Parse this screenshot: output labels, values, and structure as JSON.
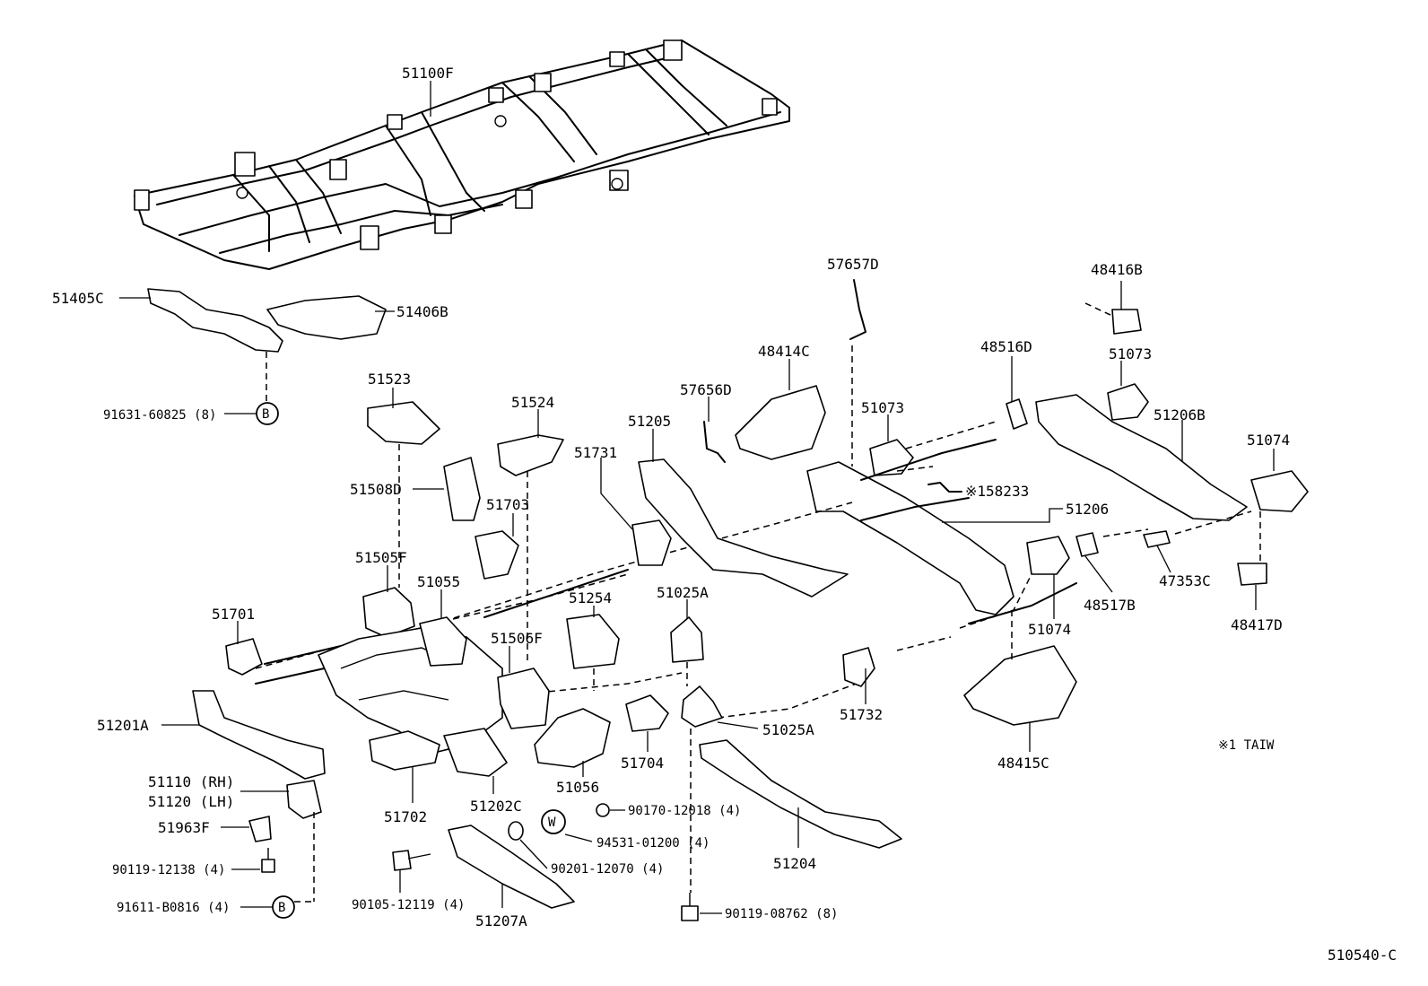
{
  "diagram_id": "510540-C",
  "note": "※1 TAIW",
  "callout_letters": {
    "b": "B",
    "w": "W"
  },
  "labels": {
    "p51100F": "51100F",
    "p51405C": "51405C",
    "p51406B": "51406B",
    "p91631": "91631-60825 (8)",
    "p57657D": "57657D",
    "p48416B": "48416B",
    "p48414C": "48414C",
    "p48516D": "48516D",
    "p51073a": "51073",
    "p51073b": "51073",
    "p57656D": "57656D",
    "p51523": "51523",
    "p51524": "51524",
    "p51205": "51205",
    "p51206B": "51206B",
    "p51074a": "51074",
    "p51731": "51731",
    "p158233": "※158233",
    "p51206": "51206",
    "p51508D": "51508D",
    "p51703": "51703",
    "p51505F": "51505F",
    "p51055": "51055",
    "p51254": "51254",
    "p51025Aa": "51025A",
    "p47353C": "47353C",
    "p48517B": "48517B",
    "p51074b": "51074",
    "p48417D": "48417D",
    "p51701": "51701",
    "p51506F": "51506F",
    "p51732": "51732",
    "p51201A": "51201A",
    "p51025Ab": "51025A",
    "p51704": "51704",
    "p48415C": "48415C",
    "p51110": "51110 (RH)",
    "p51120": "51120 (LH)",
    "p51056": "51056",
    "p51702": "51702",
    "p51202C": "51202C",
    "p51963F": "51963F",
    "p90170": "90170-12018 (4)",
    "p94531": "94531-01200 (4)",
    "p51204": "51204",
    "p90119a": "90119-12138 (4)",
    "p90201": "90201-12070 (4)",
    "p91611": "91611-B0816 (4)",
    "p90105": "90105-12119 (4)",
    "p51207A": "51207A",
    "p90119b": "90119-08762 (8)"
  }
}
